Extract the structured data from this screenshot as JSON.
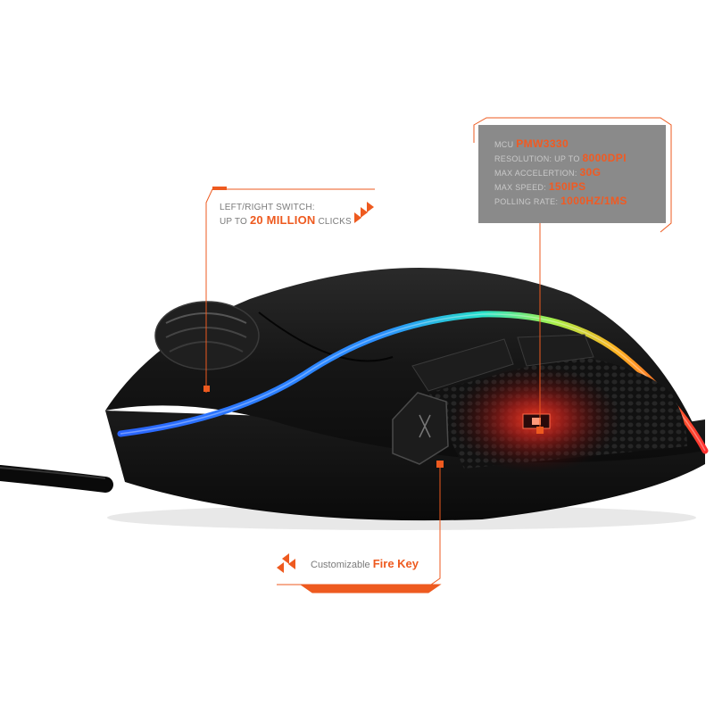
{
  "callouts": {
    "switch": {
      "line1": "LEFT/RIGHT SWITCH:",
      "line2_prefix": "UP TO",
      "line2_highlight": "20 MILLION",
      "line2_suffix": "CLICKS"
    },
    "fire_key": {
      "prefix": "Customizable",
      "highlight": "Fire Key"
    }
  },
  "specs": [
    {
      "label": "MCU",
      "value": "PMW3330"
    },
    {
      "label": "RESOLUTION: UP TO",
      "value": "8000DPI"
    },
    {
      "label": "MAX ACCELERTION:",
      "value": "30G"
    },
    {
      "label": "MAX SPEED:",
      "value": "150IPS"
    },
    {
      "label": "POLLING RATE:",
      "value": "1000HZ/1MS"
    }
  ],
  "colors": {
    "accent": "#ee5a1f",
    "spec_box": "#8a8a8a",
    "mouse_body": "#151515",
    "rgb_blue": "#2a6cff"
  }
}
